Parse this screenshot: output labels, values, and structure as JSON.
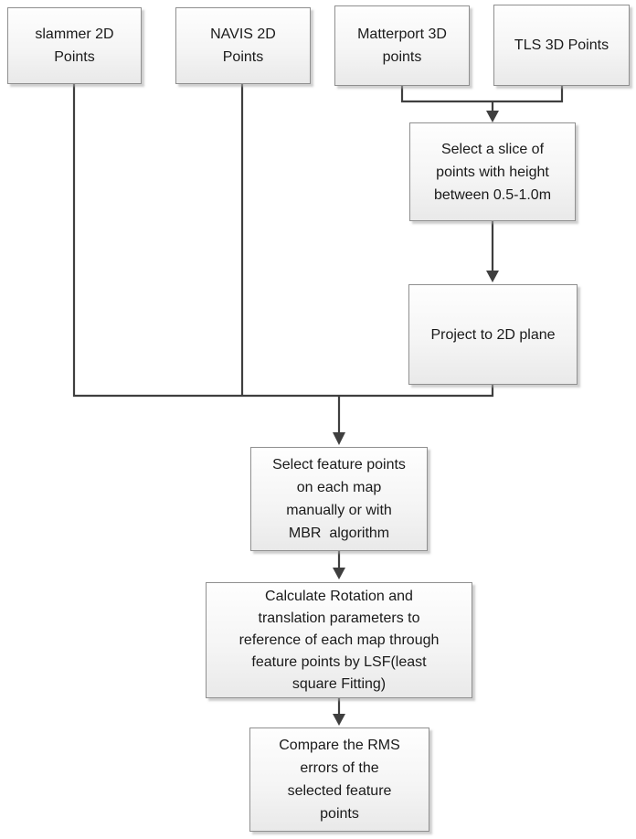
{
  "diagram": {
    "type": "flowchart",
    "colors": {
      "background": "#ffffff",
      "box_fill_top": "#fefefe",
      "box_fill_bottom": "#e9e9e9",
      "box_border": "#8f8f8f",
      "connector_line": "#3f3f3f",
      "text": "#1a1a1a"
    },
    "nodes": {
      "slammer": {
        "label": "slammer 2D\nPoints"
      },
      "navis": {
        "label": "NAVIS 2D\nPoints"
      },
      "matterport": {
        "label": "Matterport 3D\npoints"
      },
      "tls": {
        "label": "TLS 3D Points"
      },
      "select_slice": {
        "label": "Select a slice of\npoints with height\nbetween 0.5-1.0m"
      },
      "project": {
        "label": "Project to 2D plane"
      },
      "select_feature": {
        "label": "Select feature points\non each map\nmanually or with\nMBR  algorithm"
      },
      "calculate": {
        "label": "Calculate Rotation and\ntranslation parameters to\nreference of each map through\nfeature points by LSF(least\nsquare Fitting)"
      },
      "compare": {
        "label": "Compare the RMS\nerrors of the\nselected feature\npoints"
      }
    },
    "edges": [
      "matterport -> select_slice",
      "tls -> select_slice",
      "select_slice -> project",
      "slammer -> select_feature",
      "navis -> select_feature",
      "project -> select_feature",
      "select_feature -> calculate",
      "calculate -> compare"
    ]
  }
}
